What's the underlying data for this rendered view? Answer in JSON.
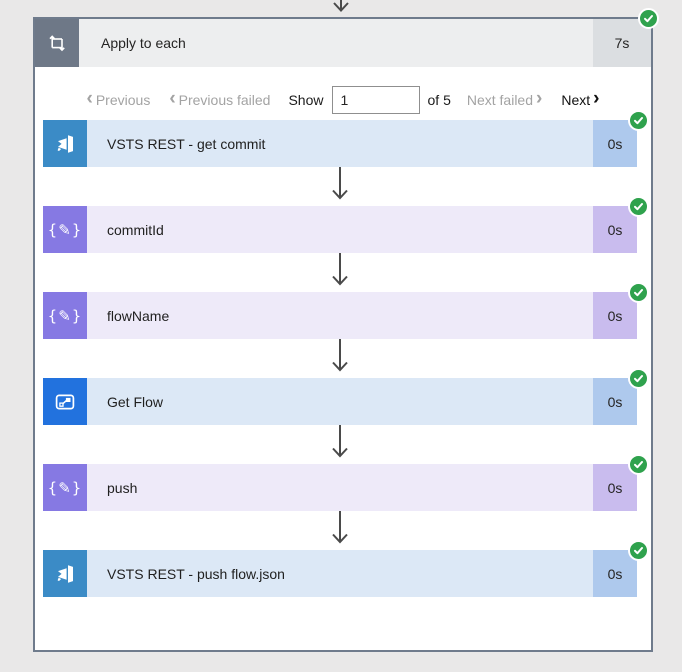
{
  "page": {
    "background_color": "#e9e8e8"
  },
  "scope": {
    "title": "Apply to each",
    "duration": "7s",
    "status": "Succeeded",
    "icon": "foreach-loop-icon"
  },
  "pager": {
    "previous": {
      "chevron": "‹",
      "label": "Previous",
      "enabled": false
    },
    "previous_failed": {
      "chevron": "‹",
      "label": "Previous failed",
      "enabled": false
    },
    "show_label": "Show",
    "page_input_value": "1",
    "of_label": "of 5",
    "next_failed": {
      "label": "Next failed",
      "chevron": "›",
      "enabled": false
    },
    "next": {
      "label": "Next",
      "chevron": "›",
      "enabled": true
    }
  },
  "actions": [
    {
      "title": "VSTS REST - get commit",
      "duration": "0s",
      "connector": "vsts",
      "icon": "vsts-icon",
      "status": "Succeeded"
    },
    {
      "title": "commitId",
      "duration": "0s",
      "connector": "variables",
      "icon": "variable-icon",
      "status": "Succeeded"
    },
    {
      "title": "flowName",
      "duration": "0s",
      "connector": "variables",
      "icon": "variable-icon",
      "status": "Succeeded"
    },
    {
      "title": "Get Flow",
      "duration": "0s",
      "connector": "flow",
      "icon": "flow-icon",
      "status": "Succeeded"
    },
    {
      "title": "push",
      "duration": "0s",
      "connector": "variables",
      "icon": "variable-icon",
      "status": "Succeeded"
    },
    {
      "title": "VSTS REST - push flow.json",
      "duration": "0s",
      "connector": "vsts",
      "icon": "vsts-icon",
      "status": "Succeeded"
    }
  ],
  "icons": {
    "variable_glyph": "{✎}"
  },
  "colors": {
    "scope_border": "#6F7B8C",
    "scope_header_icon_bg": "#6E7887",
    "scope_header_bg": "#EDEEEF",
    "scope_header_duration_bg": "#DBDEE1",
    "vsts_icon_bg": "#3B8BC6",
    "flow_icon_bg": "#2272DE",
    "variable_icon_bg": "#8679E3",
    "blue_row_bg": "#DCE8F6",
    "blue_row_duration_bg": "#AEC9ED",
    "purple_row_bg": "#EEEAF9",
    "purple_row_duration_bg": "#C9BCEE",
    "success_green": "#2FA24D",
    "arrow_color": "#4A4A4A"
  }
}
